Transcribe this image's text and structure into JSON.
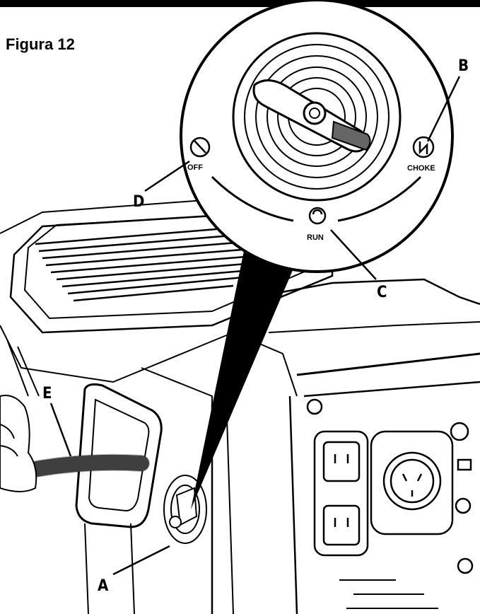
{
  "figure": {
    "title": "Figura 12"
  },
  "callouts": {
    "a": "A",
    "b": "B",
    "c": "C",
    "d": "D",
    "e": "E"
  },
  "dial": {
    "off_label": "OFF",
    "run_label": "RUN",
    "choke_label": "CHOKE"
  },
  "colors": {
    "ink": "#000000",
    "background": "#ffffff",
    "hose": "#555555"
  }
}
